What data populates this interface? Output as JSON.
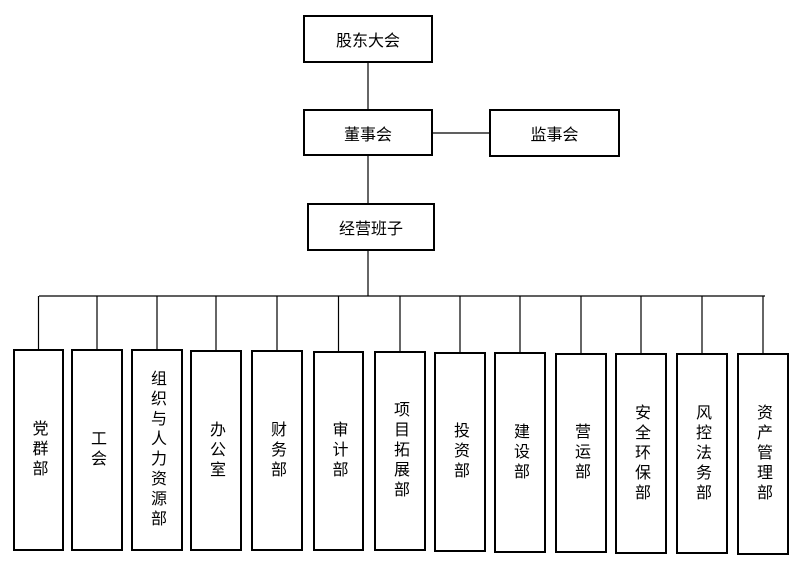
{
  "org": {
    "shareholders": "股东大会",
    "board": "董事会",
    "supervisory": "监事会",
    "management": "经营班子"
  },
  "departments": [
    "党群部",
    "工会",
    "组织与人力资源部",
    "办公室",
    "财务部",
    "审计部",
    "项目拓展部",
    "投资部",
    "建设部",
    "营运部",
    "安全环保部",
    "风控法务部",
    "资产管理部"
  ]
}
